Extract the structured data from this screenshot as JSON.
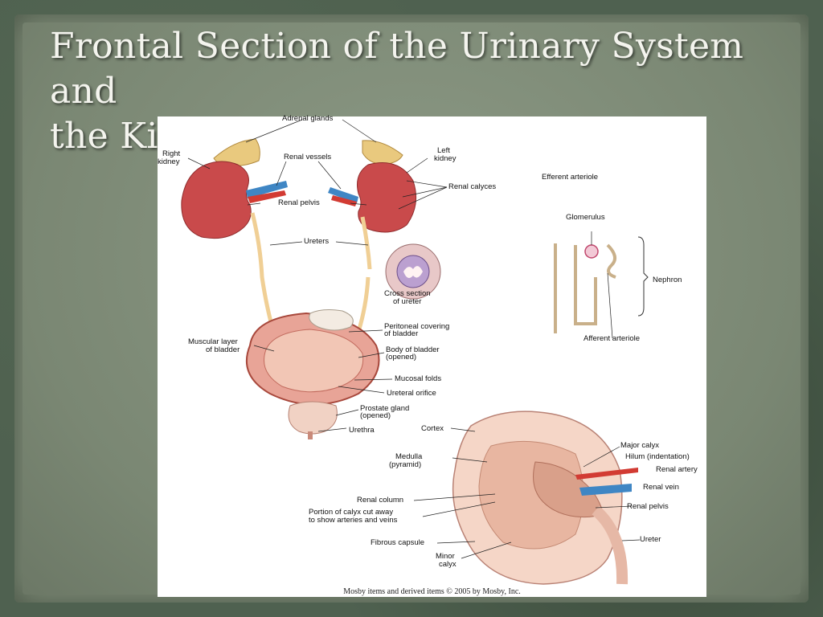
{
  "slide": {
    "title_line1": "Frontal Section of the Urinary System and",
    "title_line2": "the Kidney  of Kidney"
  },
  "figure": {
    "labels": {
      "adrenal_glands": "Adrenal glands",
      "right_kidney_1": "Right",
      "right_kidney_2": "kidney",
      "left_kidney_1": "Left",
      "left_kidney_2": "kidney",
      "renal_vessels": "Renal vessels",
      "renal_calyces": "Renal calyces",
      "renal_pelvis_top": "Renal pelvis",
      "ureters": "Ureters",
      "cross_section_1": "Cross section",
      "cross_section_2": "of ureter",
      "efferent_arteriole": "Efferent arteriole",
      "glomerulus": "Glomerulus",
      "nephron": "Nephron",
      "afferent_arteriole": "Afferent arteriole",
      "peritoneal_1": "Peritoneal covering",
      "peritoneal_2": "of bladder",
      "muscular_1": "Muscular layer",
      "muscular_2": "of bladder",
      "body_bladder_1": "Body of bladder",
      "body_bladder_2": "(opened)",
      "mucosal_folds": "Mucosal folds",
      "ureteral_orifice": "Ureteral orifice",
      "prostate_1": "Prostate gland",
      "prostate_2": "(opened)",
      "urethra": "Urethra",
      "cortex": "Cortex",
      "major_calyx": "Major calyx",
      "hilum": "Hilum (indentation)",
      "renal_artery": "Renal artery",
      "medulla_1": "Medulla",
      "medulla_2": "(pyramid)",
      "renal_vein": "Renal vein",
      "renal_column": "Renal column",
      "portion_calyx_1": "Portion of calyx cut away",
      "portion_calyx_2": "to show arteries and veins",
      "renal_pelvis_bottom": "Renal pelvis",
      "fibrous_capsule": "Fibrous capsule",
      "ureter_bottom": "Ureter",
      "minor_calyx_1": "Minor",
      "minor_calyx_2": "calyx"
    },
    "credit": "Mosby items and derived items © 2005 by Mosby, Inc.",
    "colors": {
      "kidney": "#c9484a",
      "adrenal": "#e8c57a",
      "vein": "#3f86c4",
      "artery": "#d23b33",
      "ureter": "#f2d39a",
      "bladder": "#e7a597"
    }
  }
}
